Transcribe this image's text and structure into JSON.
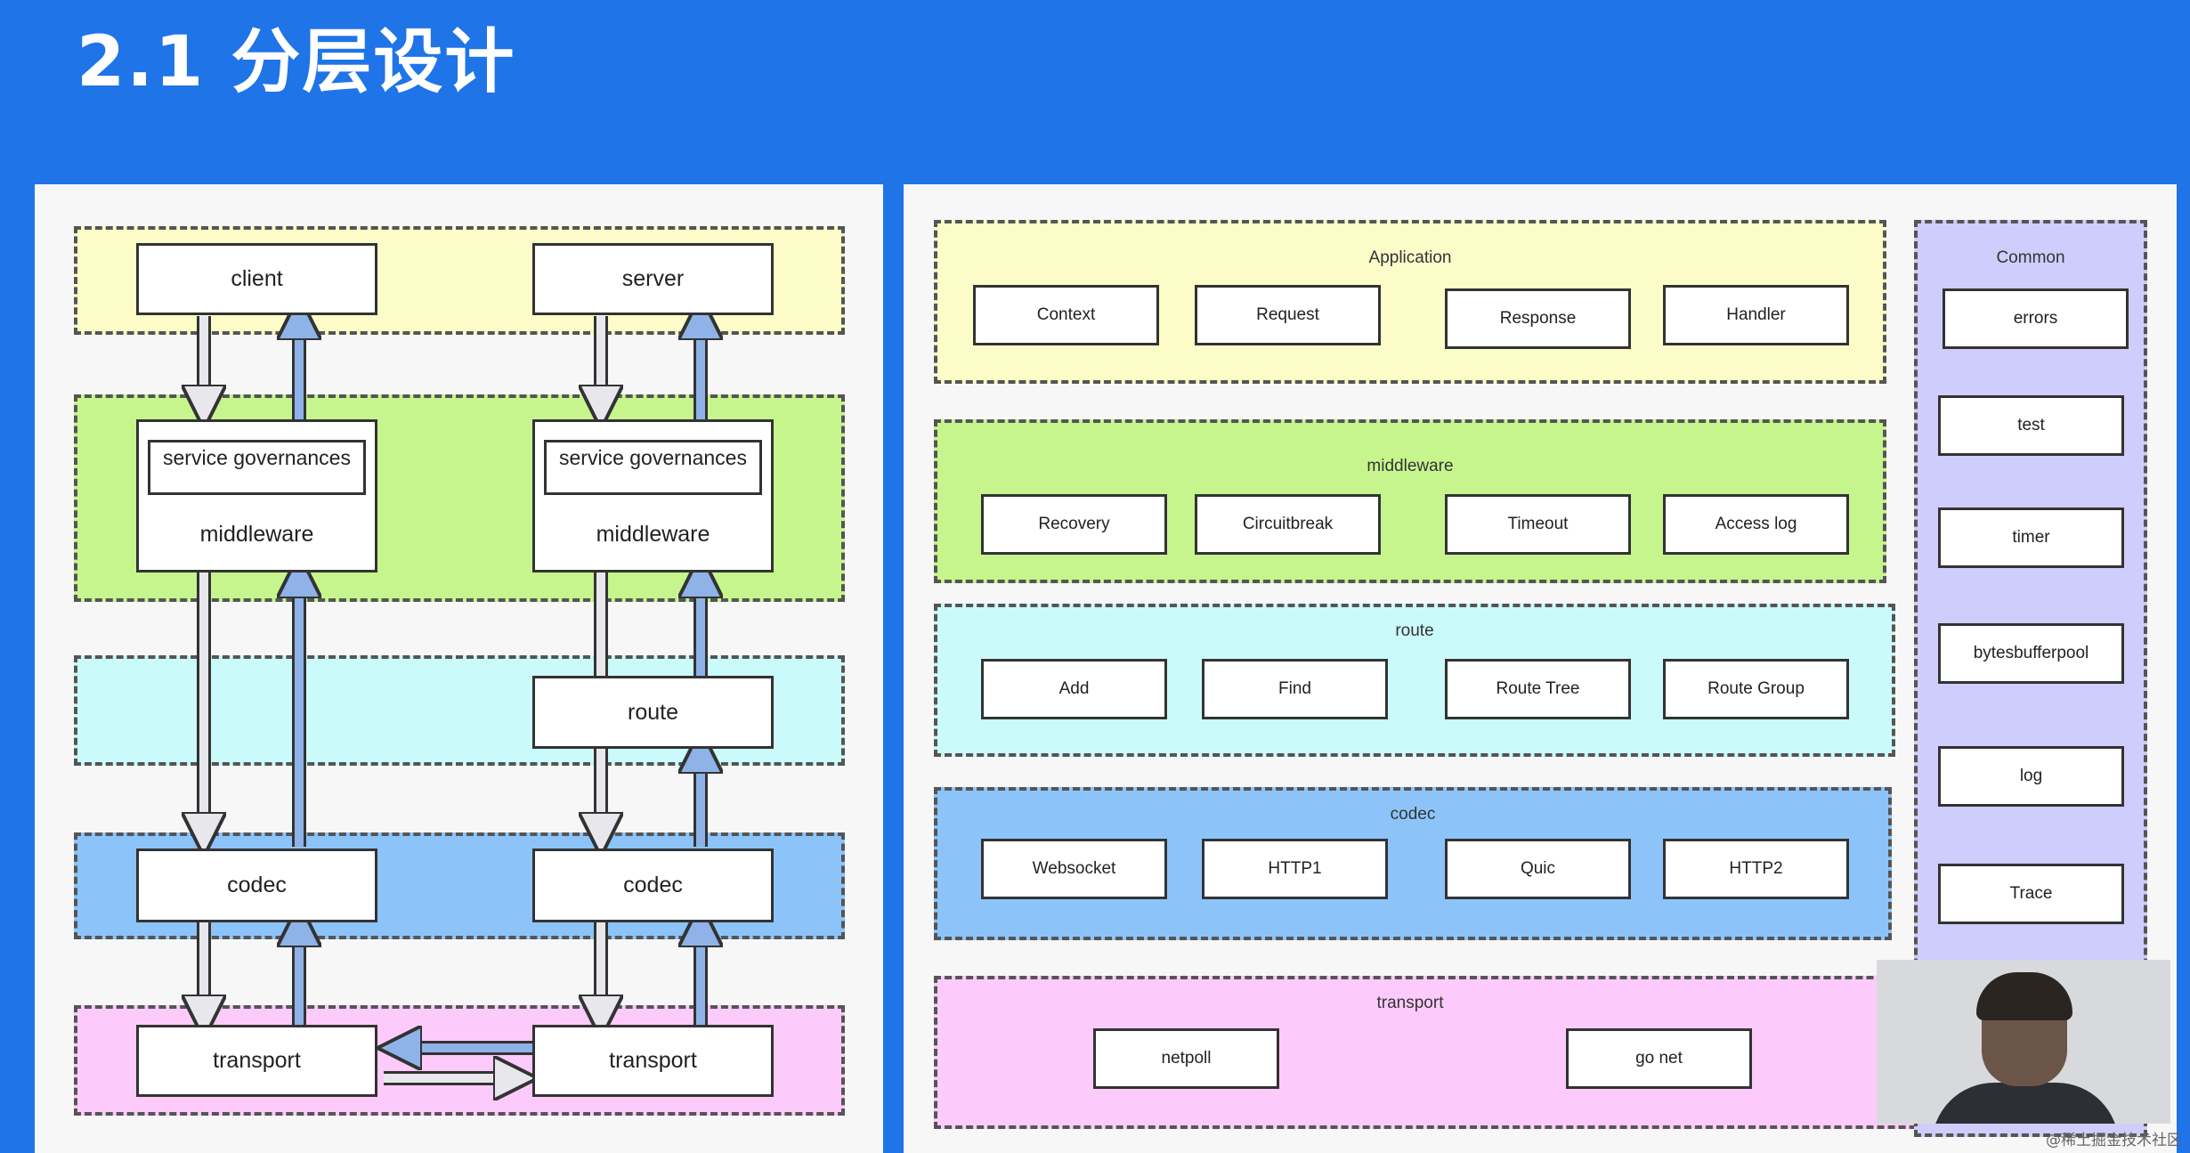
{
  "slide": {
    "title": "2.1  分层设计"
  },
  "left_diagram": {
    "client": "client",
    "server": "server",
    "service_governances": "service governances",
    "middleware": "middleware",
    "route": "route",
    "codec": "codec",
    "transport": "transport"
  },
  "right_diagram": {
    "application": {
      "label": "Application",
      "items": [
        "Context",
        "Request",
        "Response",
        "Handler"
      ]
    },
    "middleware": {
      "label": "middleware",
      "items": [
        "Recovery",
        "Circuitbreak",
        "Timeout",
        "Access log"
      ]
    },
    "route": {
      "label": "route",
      "items": [
        "Add",
        "Find",
        "Route Tree",
        "Route Group"
      ]
    },
    "codec": {
      "label": "codec",
      "items": [
        "Websocket",
        "HTTP1",
        "Quic",
        "HTTP2"
      ]
    },
    "transport": {
      "label": "transport",
      "items": [
        "netpoll",
        "go net"
      ]
    },
    "common": {
      "label": "Common",
      "items": [
        "errors",
        "test",
        "timer",
        "bytesbufferpool",
        "log",
        "Trace"
      ]
    }
  },
  "colors": {
    "background": "#1f74e8",
    "application_band": "#fbfcc8",
    "middleware_band": "#c6f58e",
    "route_band": "#cbfafa",
    "codec_band": "#8cc4fa",
    "transport_band": "#fccbfb",
    "common_band": "#cfcdfb"
  },
  "watermark": "@稀土掘金技术社区"
}
